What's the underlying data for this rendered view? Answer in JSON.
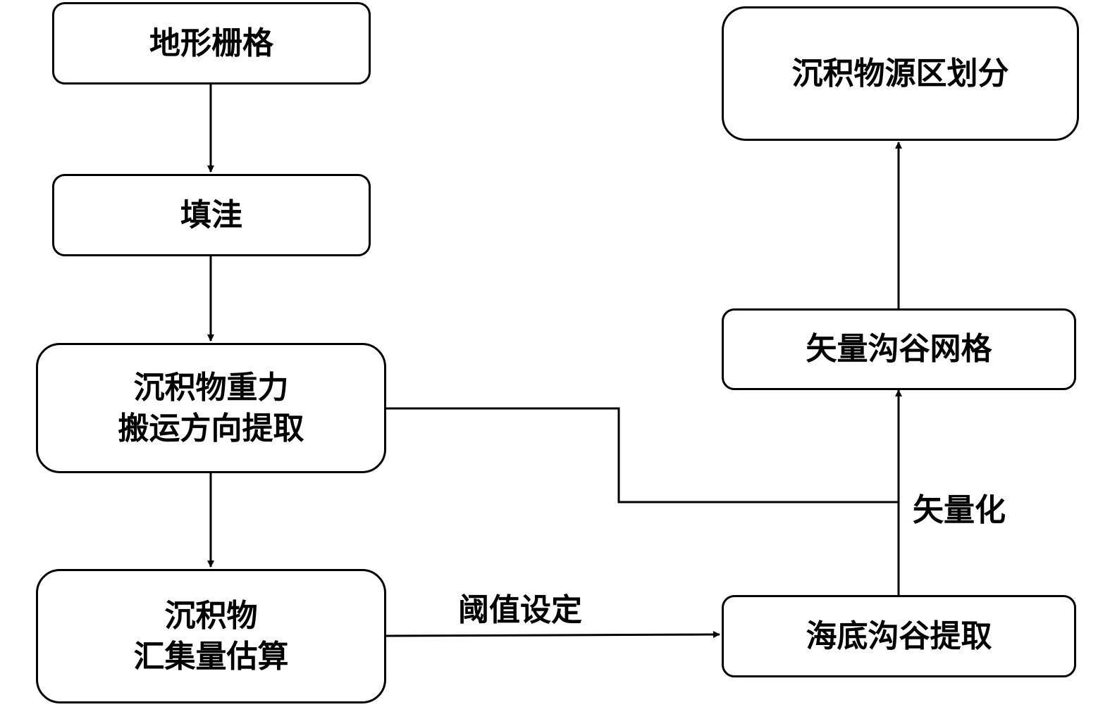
{
  "nodes": {
    "terrain_raster": "地形栅格",
    "fill_sinks": "填洼",
    "flow_direction": "沉积物重力\n搬运方向提取",
    "flow_accumulation": "沉积物\n汇集量估算",
    "seafloor_valley_extraction": "海底沟谷提取",
    "vector_valley_network": "矢量沟谷网格",
    "sediment_source_partition": "沉积物源区划分"
  },
  "edge_labels": {
    "threshold_setting": "阈值设定",
    "vectorization": "矢量化"
  },
  "colors": {
    "stroke": "#000000",
    "background": "#ffffff"
  }
}
